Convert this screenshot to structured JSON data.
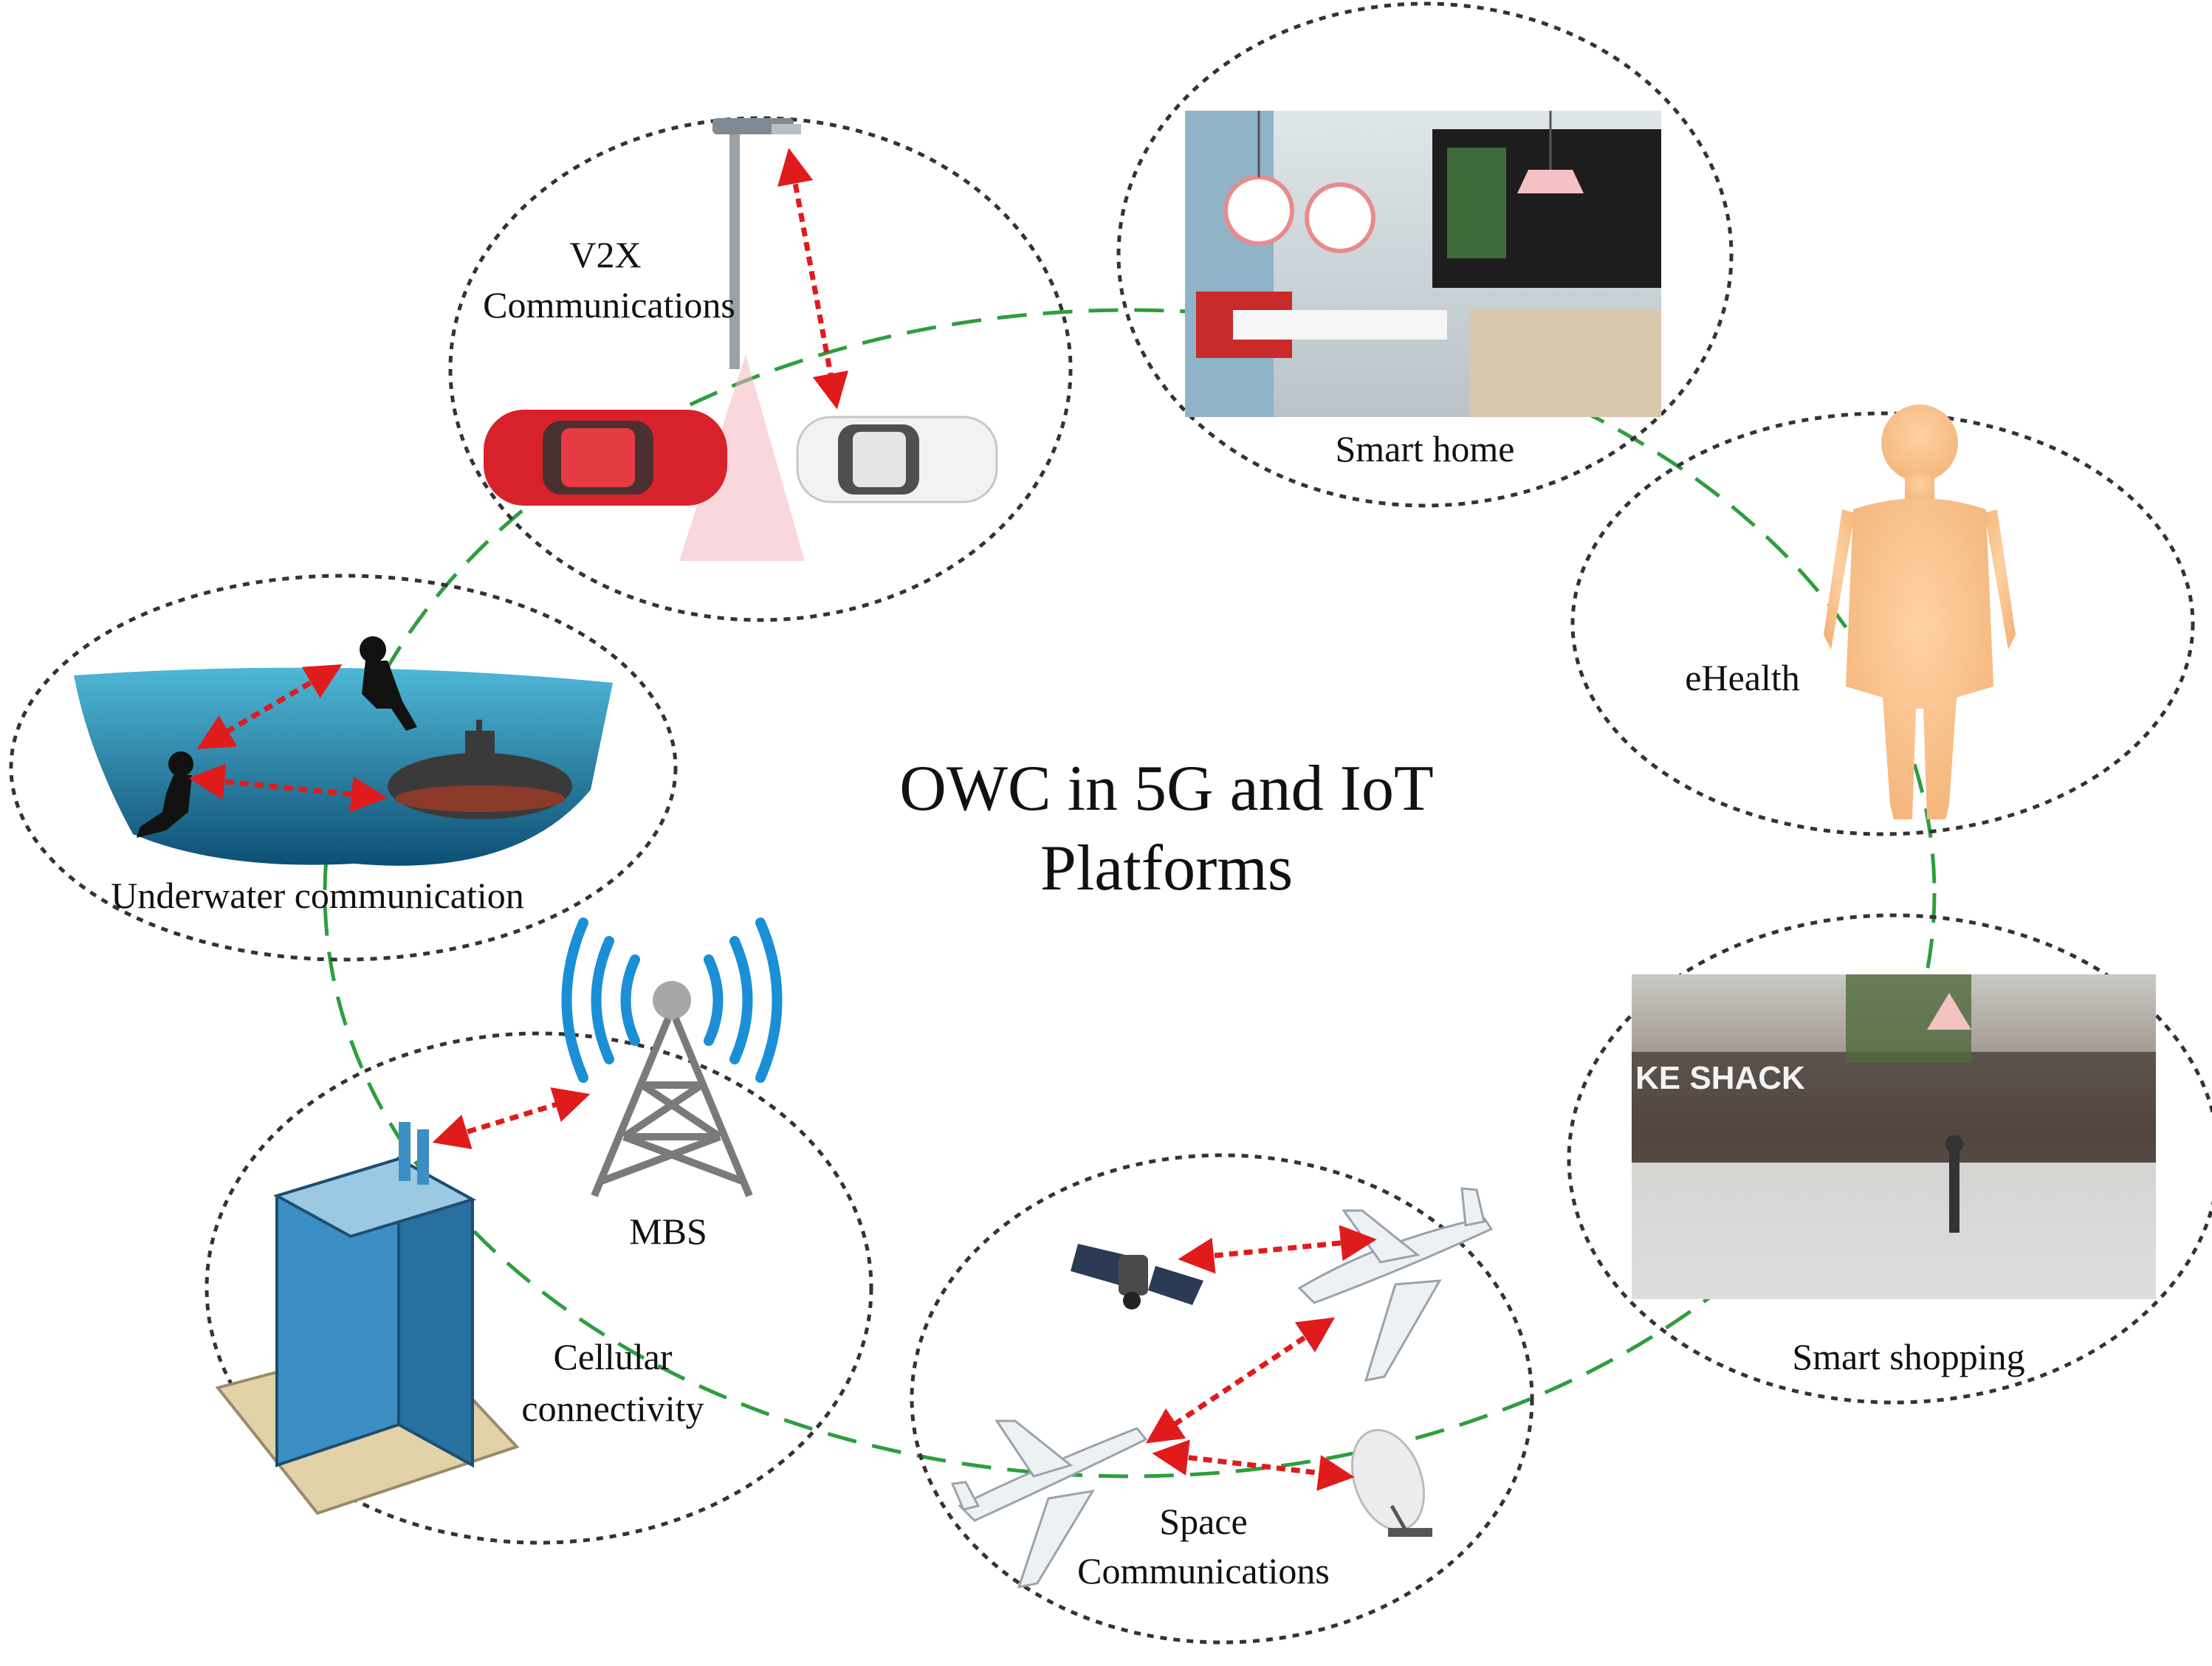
{
  "title": {
    "line1": "OWC in 5G and IoT",
    "line2": "Platforms"
  },
  "nodes": {
    "v2x": {
      "line1": "V2X",
      "line2": "Communications"
    },
    "smart_home": {
      "label": "Smart home"
    },
    "ehealth": {
      "label": "eHealth"
    },
    "underwater": {
      "label": "Underwater communication"
    },
    "cellular": {
      "line1": "Cellular",
      "line2": "connectivity",
      "mbs": "MBS"
    },
    "shopping": {
      "label": "Smart shopping",
      "sign": "KE SHACK"
    },
    "space": {
      "line1": "Space",
      "line2": "Communications"
    }
  },
  "colors": {
    "ring": "#2e9e3e",
    "ellipse": "#333333",
    "link": "#e01b1b",
    "car_red": "#d8222b",
    "water": "#1f7fa3",
    "skin": "#f7c28c",
    "building": "#3c8fc4",
    "tower": "#8a8a8a",
    "signal": "#1a8fd6"
  },
  "icons": [
    "street-lamp-icon",
    "red-car-icon",
    "white-car-icon",
    "diver-icon",
    "submarine-icon",
    "human-body-icon",
    "building-icon",
    "tower-icon",
    "satellite-icon",
    "airplane-icon",
    "dish-icon"
  ]
}
